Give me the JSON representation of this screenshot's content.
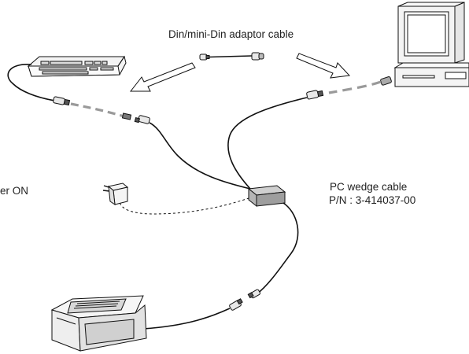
{
  "labels": {
    "adaptor_cable": "Din/mini-Din adaptor cable",
    "power_on": "er ON",
    "wedge_cable": "PC wedge cable",
    "part_number": "P/N : 3-414037-00"
  },
  "icons": [
    "keyboard-icon",
    "computer-monitor-icon",
    "computer-tower-icon",
    "power-adapter-icon",
    "wedge-junction-box-icon",
    "scanner-printer-icon",
    "connector-plug-icon",
    "arrow-icon"
  ],
  "colors": {
    "line": "#111111",
    "grey_segment": "#9a9a9a",
    "device_fill": "#f2f2f2",
    "junction_fill": "#bdbdbd"
  }
}
